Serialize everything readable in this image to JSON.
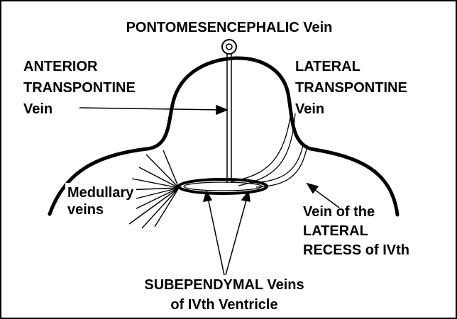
{
  "labels": {
    "top": "PONTOMESENCEPHALIC Vein",
    "anterior": [
      "ANTERIOR",
      "TRANSPONTINE",
      "Vein"
    ],
    "lateral": [
      "LATERAL",
      "TRANSPONTINE",
      "Vein"
    ],
    "medullary": [
      "Medullary",
      "veins"
    ],
    "lateral_recess": [
      "Vein of the",
      "LATERAL",
      "RECESS of IVth"
    ],
    "subependymal": [
      "SUBEPENDYMAL Veins",
      "of IVth Ventricle"
    ]
  }
}
